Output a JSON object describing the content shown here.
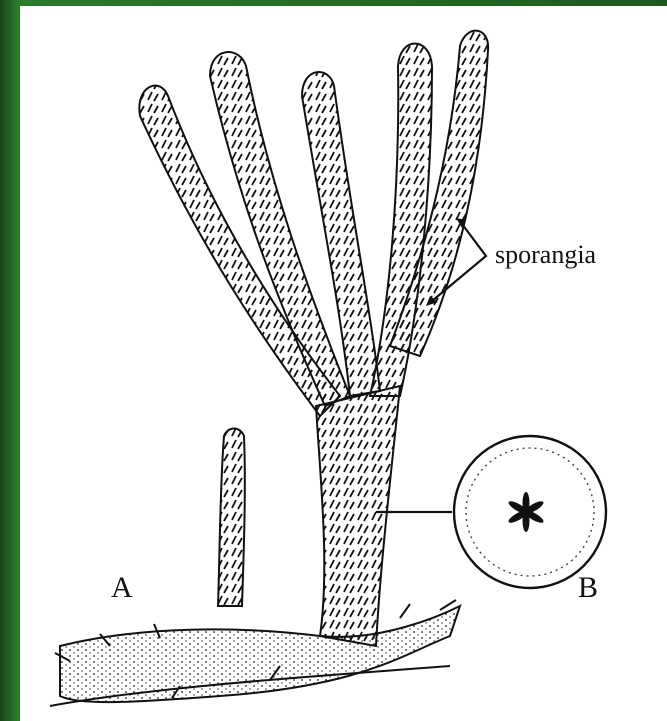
{
  "figure": {
    "labels": {
      "sporangia": "sporangia",
      "a": "A",
      "b": "B"
    },
    "colors": {
      "frame_green": "#2c7a2c",
      "paper": "#ffffff",
      "ink": "#111111"
    }
  }
}
